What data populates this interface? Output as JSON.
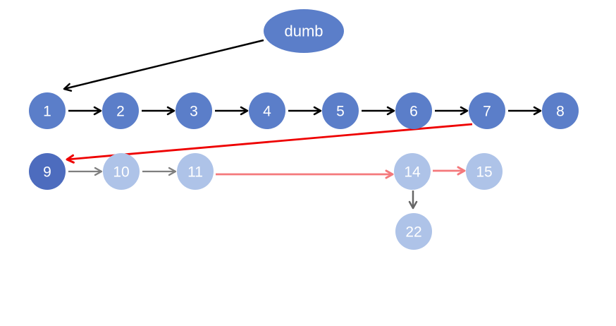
{
  "diagram": {
    "background": "#FFFFFF",
    "text_color": "#FFFFFF",
    "root_node": {
      "label": "dumb",
      "fill": "#5B7EC9"
    },
    "nodes": [
      {
        "id": "1",
        "label": "1",
        "fill": "#5B7EC9"
      },
      {
        "id": "2",
        "label": "2",
        "fill": "#5B7EC9"
      },
      {
        "id": "3",
        "label": "3",
        "fill": "#5B7EC9"
      },
      {
        "id": "4",
        "label": "4",
        "fill": "#5B7EC9"
      },
      {
        "id": "5",
        "label": "5",
        "fill": "#5B7EC9"
      },
      {
        "id": "6",
        "label": "6",
        "fill": "#5B7EC9"
      },
      {
        "id": "7",
        "label": "7",
        "fill": "#5B7EC9"
      },
      {
        "id": "8",
        "label": "8",
        "fill": "#5B7EC9"
      },
      {
        "id": "9",
        "label": "9",
        "fill": "#4D6CBE"
      },
      {
        "id": "10",
        "label": "10",
        "fill": "#AEC3E8"
      },
      {
        "id": "11",
        "label": "11",
        "fill": "#AEC3E8"
      },
      {
        "id": "14",
        "label": "14",
        "fill": "#AEC3E8"
      },
      {
        "id": "15",
        "label": "15",
        "fill": "#AEC3E8"
      },
      {
        "id": "22",
        "label": "22",
        "fill": "#AEC3E8"
      }
    ],
    "edges": [
      {
        "from": "dumb",
        "to": "1",
        "color": "#000000"
      },
      {
        "from": "1",
        "to": "2",
        "color": "#000000"
      },
      {
        "from": "2",
        "to": "3",
        "color": "#000000"
      },
      {
        "from": "3",
        "to": "4",
        "color": "#000000"
      },
      {
        "from": "4",
        "to": "5",
        "color": "#000000"
      },
      {
        "from": "5",
        "to": "6",
        "color": "#000000"
      },
      {
        "from": "6",
        "to": "7",
        "color": "#000000"
      },
      {
        "from": "7",
        "to": "8",
        "color": "#000000"
      },
      {
        "from": "7",
        "to": "9",
        "color": "#EE0000"
      },
      {
        "from": "9",
        "to": "10",
        "color": "#7F7F7F"
      },
      {
        "from": "10",
        "to": "11",
        "color": "#7F7F7F"
      },
      {
        "from": "11",
        "to": "14",
        "color": "#F4797C"
      },
      {
        "from": "14",
        "to": "15",
        "color": "#F4797C"
      },
      {
        "from": "14",
        "to": "22",
        "color": "#666666"
      }
    ]
  }
}
